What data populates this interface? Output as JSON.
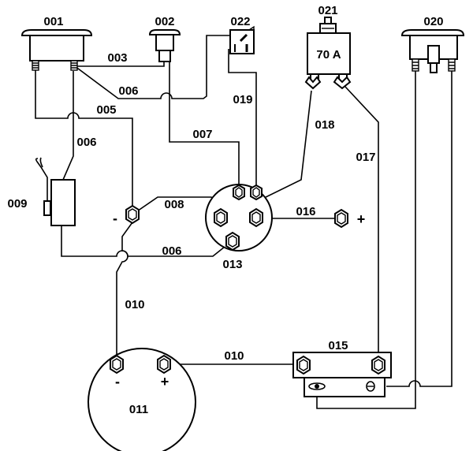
{
  "labels": {
    "p001": "001",
    "p002": "002",
    "p022": "022",
    "p021": "021",
    "p020": "020",
    "breaker_rating": "70 A",
    "w003": "003",
    "w006_top": "006",
    "w005": "005",
    "w006_left": "006",
    "w019": "019",
    "w018": "018",
    "w007": "007",
    "w017": "017",
    "p009": "009",
    "w008": "008",
    "w016": "016",
    "w006_mid": "006",
    "p013": "013",
    "w010_left": "010",
    "w010_mid": "010",
    "p015": "015",
    "p011": "011"
  },
  "signs": {
    "ground_minus": "-",
    "terminal_plus": "+",
    "battery_minus": "-",
    "battery_plus": "+"
  }
}
